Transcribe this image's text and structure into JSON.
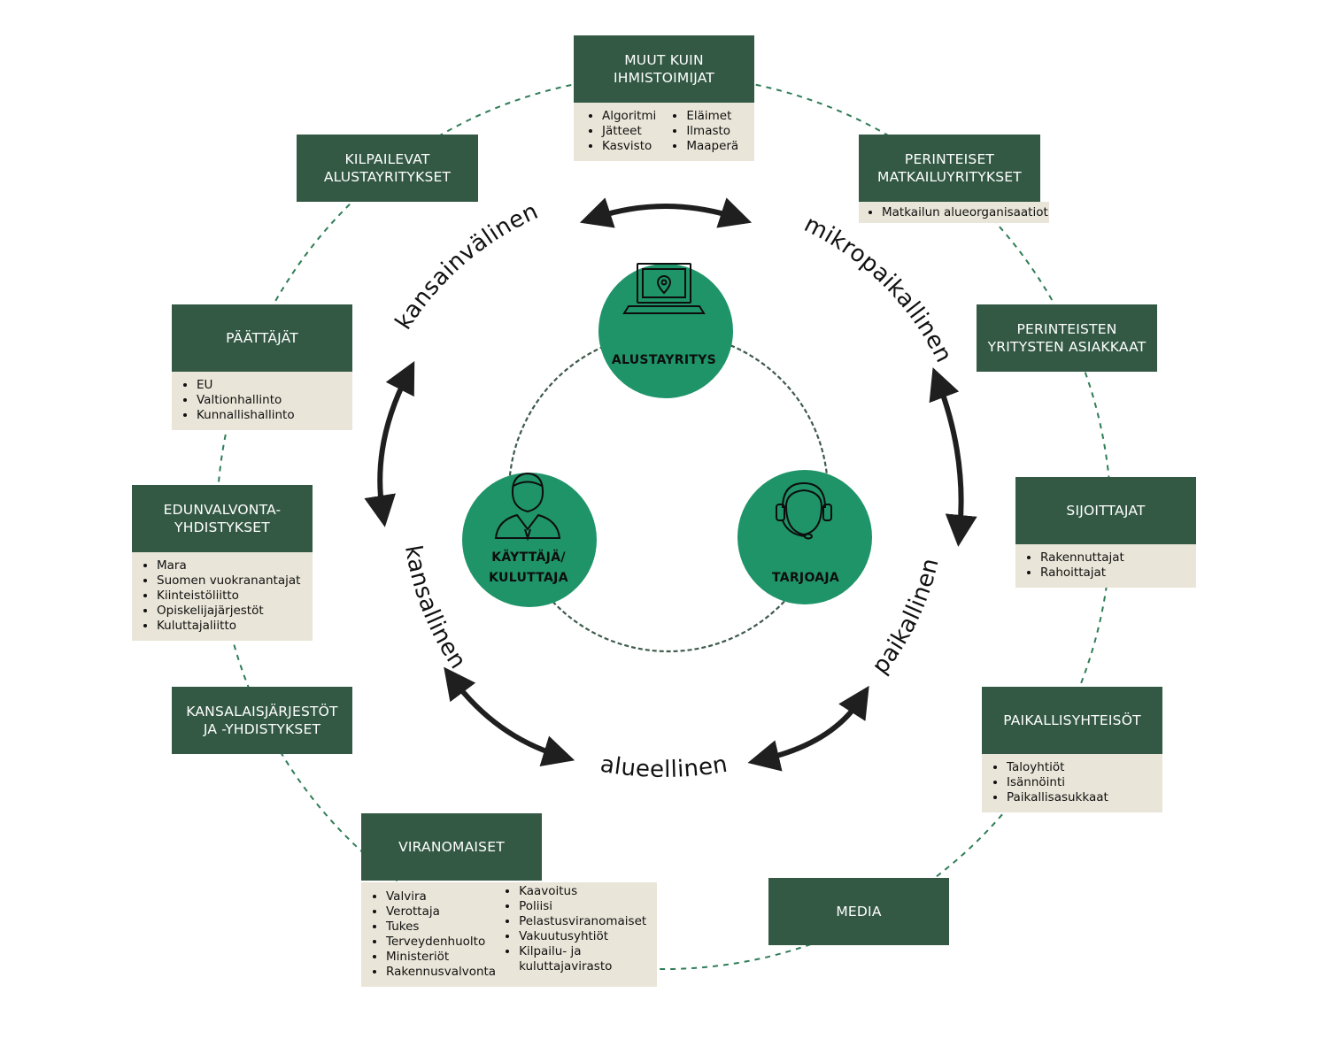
{
  "center": {
    "platform": "ALUSTAYRITYS",
    "user_line1": "KÄYTTÄJÄ/",
    "user_line2": "KULUTTAJA",
    "provider": "TARJOAJA"
  },
  "ring_labels": {
    "top_left": "kansainvälinen",
    "top_right": "mikropaikallinen",
    "right": "paikallinen",
    "bottom": "alueellinen",
    "left": "kansallinen"
  },
  "stakeholders": {
    "muut_kuin": {
      "title": "MUUT KUIN\nIHMISTOIMIJAT",
      "col1": [
        "Algoritmi",
        "Jätteet",
        "Kasvisto"
      ],
      "col2": [
        "Eläimet",
        "Ilmasto",
        "Maaperä"
      ]
    },
    "kilpailevat": {
      "title": "KILPAILEVAT\nALUSTAYRITYKSET"
    },
    "perinteiset": {
      "title": "PERINTEISET\nMATKAILUYRITYKSET",
      "col1": [
        "Matkailun alueorganisaatiot"
      ]
    },
    "perinteisten_asiakkaat": {
      "title": "PERINTEISTEN\nYRITYSTEN ASIAKKAAT"
    },
    "paattajat": {
      "title": "PÄÄTTÄJÄT",
      "col1": [
        "EU",
        "Valtionhallinto",
        "Kunnallishallinto"
      ]
    },
    "sijoittajat": {
      "title": "SIJOITTAJAT",
      "col1": [
        "Rakennuttajat",
        "Rahoittajat"
      ]
    },
    "edunvalvonta": {
      "title": "EDUNVALVONTA-\nYHDISTYKSET",
      "col1": [
        "Mara",
        "Suomen vuokranantajat",
        "Kiinteistöliitto",
        "Opiskelijajärjestöt",
        "Kuluttajaliitto"
      ]
    },
    "kansalais": {
      "title": "KANSALAISJÄRJESTÖT\nJA -YHDISTYKSET"
    },
    "paikallis": {
      "title": "PAIKALLISYHTEISÖT",
      "col1": [
        "Taloyhtiöt",
        "Isännöinti",
        "Paikallisasukkaat"
      ]
    },
    "viranomaiset": {
      "title": "VIRANOMAISET",
      "col1": [
        "Valvira",
        "Verottaja",
        "Tukes",
        "Terveydenhuolto",
        "Ministeriöt",
        "Rakennusvalvonta"
      ],
      "col2": [
        "Kaavoitus",
        "Poliisi",
        "Pelastusviranomaiset",
        "Vakuutusyhtiöt",
        "Kilpailu- ja\nkuluttajavirasto"
      ]
    },
    "media": {
      "title": "MEDIA"
    }
  },
  "colors": {
    "dark_green": "#335944",
    "hub_green": "#1e9468",
    "beige": "#e9e5d8",
    "dashed_outer": "#2e7d57",
    "dashed_inner": "#3f5a4c",
    "arrow": "#1f1f1f"
  }
}
